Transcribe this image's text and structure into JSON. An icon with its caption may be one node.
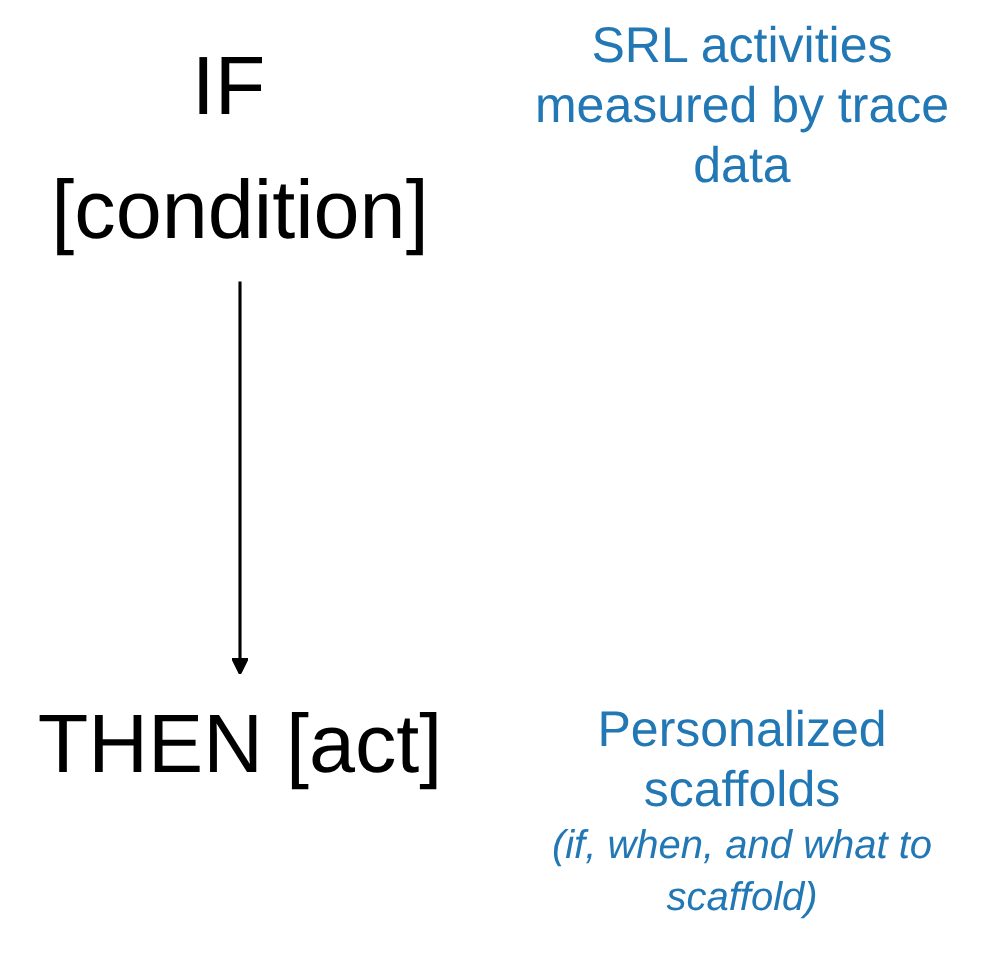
{
  "diagram": {
    "nodes": [
      {
        "text": [
          "IF [condition]"
        ],
        "beside": [
          "SRL activities measured by trace data"
        ]
      },
      {
        "text": [
          "THEN [act]"
        ],
        "beside": [
          "Personalized scaffolds",
          "(if, when, and what to scaffold)"
        ]
      }
    ],
    "edges": [
      {
        "from": 0,
        "to": 1,
        "arrow": "to"
      }
    ]
  }
}
